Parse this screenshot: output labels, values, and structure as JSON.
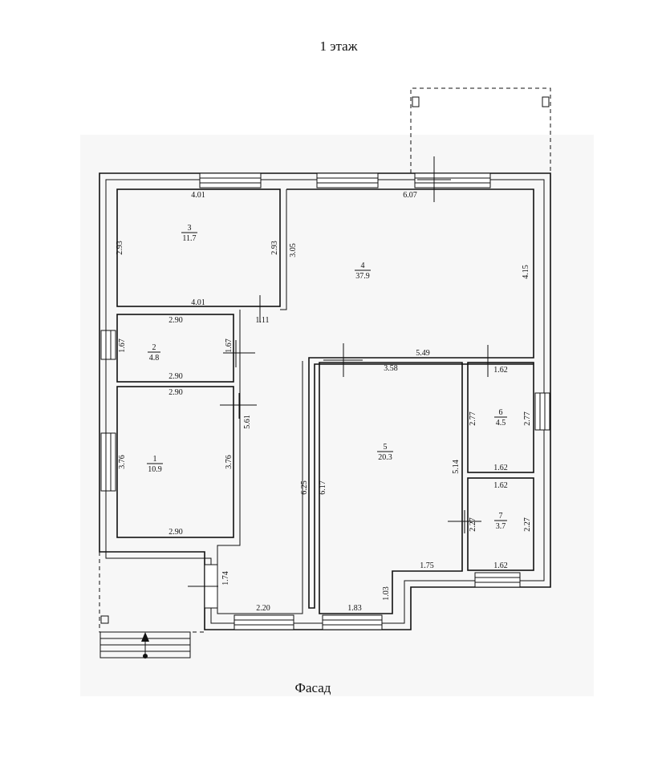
{
  "title": "1 этаж",
  "facade_label": "Фасад",
  "rooms": [
    {
      "number": "3",
      "area": "11.7"
    },
    {
      "number": "4",
      "area": "37.9"
    },
    {
      "number": "2",
      "area": "4.8"
    },
    {
      "number": "1",
      "area": "10.9"
    },
    {
      "number": "5",
      "area": "20.3"
    },
    {
      "number": "6",
      "area": "4.5"
    },
    {
      "number": "7",
      "area": "3.7"
    }
  ],
  "dimensions": {
    "r3_top": "4.01",
    "r3_bottom": "4.01",
    "r3_left": "2.93",
    "r3_right": "2.93",
    "r4_top": "6.07",
    "r4_left": "3.05",
    "r4_right": "4.15",
    "r4_bottom": "5.49",
    "r4_notch": "1.11",
    "r2_top": "2.90",
    "r2_bottom": "2.90",
    "r2_left": "1.67",
    "r2_right": "1.67",
    "r1_top": "2.90",
    "r1_bottom": "2.90",
    "r1_left": "3.76",
    "r1_right": "3.76",
    "hall_right": "5.61",
    "hall_long": "6.25",
    "hall_bottom": "2.20",
    "hall_small": "1.74",
    "r5_top": "3.58",
    "r5_left": "6.17",
    "r5_right": "5.14",
    "r5_bottom_right": "1.75",
    "r5_step": "1.03",
    "r5_bottom_left": "1.83",
    "r6_top": "1.62",
    "r6_left": "2.77",
    "r6_right": "2.77",
    "r6_bottom": "1.62",
    "r7_top": "1.62",
    "r7_left": "2.27",
    "r7_right": "2.27",
    "r7_bottom": "1.62"
  }
}
